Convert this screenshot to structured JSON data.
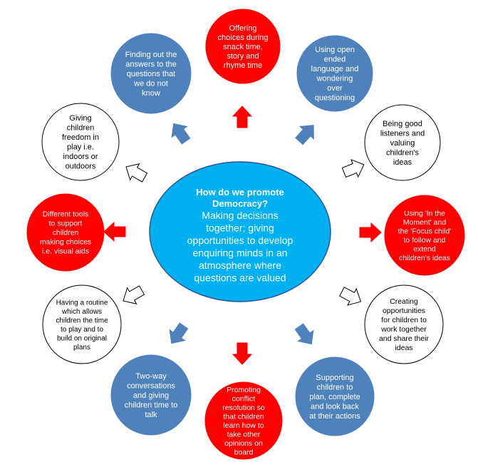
{
  "center": {
    "title_lines": [
      "How do we promote",
      "Democracy?"
    ],
    "body_lines": [
      "Making decisions",
      "together; giving",
      "opportunities to develop",
      "enquiring minds in an",
      "atmosphere where",
      "questions are valued"
    ]
  },
  "colors": {
    "blue": "#4f81bd",
    "red": "#ff0000",
    "white": "#ffffff",
    "center_fill": "#00b0f0",
    "outline": "#000000",
    "center_outline": "#2f5597"
  },
  "nodes": [
    {
      "id": "top",
      "color": "red",
      "lines": [
        "Offering",
        "choices during",
        "snack time,",
        "story and",
        "rhyme time"
      ]
    },
    {
      "id": "top-right",
      "color": "blue",
      "lines": [
        "Using open",
        "ended",
        "language and",
        "wondering",
        "over",
        "questioning"
      ]
    },
    {
      "id": "right-upper",
      "color": "white",
      "lines": [
        "Being good",
        "listeners and",
        "valuing",
        "children's",
        "ideas"
      ]
    },
    {
      "id": "right",
      "color": "red",
      "lines": [
        "Using 'In the",
        "Moment' and",
        "the 'Focus child'",
        "to follow and",
        "extend",
        "children's ideas"
      ]
    },
    {
      "id": "right-lower",
      "color": "white",
      "lines": [
        "Creating",
        "opportunities",
        "for children to",
        "work together",
        "and share their",
        "ideas"
      ]
    },
    {
      "id": "bottom-right",
      "color": "blue",
      "lines": [
        "Supporting",
        "children to",
        "plan, complete",
        "and look back",
        "at their actions"
      ]
    },
    {
      "id": "bottom",
      "color": "red",
      "lines": [
        "Promoting",
        "conflict",
        "resolution  so",
        "that children",
        "learn how to",
        "take other",
        "opinions on",
        "board"
      ]
    },
    {
      "id": "bottom-left",
      "color": "blue",
      "lines": [
        "Two-way",
        "conversations",
        "and giving",
        "children time to",
        "talk"
      ]
    },
    {
      "id": "left-lower",
      "color": "white",
      "lines": [
        "Having a routine",
        "which allows",
        "children the time",
        "to play and to",
        "build on original",
        "plans"
      ]
    },
    {
      "id": "left",
      "color": "red",
      "lines": [
        "Different tools",
        "to support",
        "children",
        "making choices",
        "i.e. visual aids"
      ]
    },
    {
      "id": "left-upper",
      "color": "white",
      "lines": [
        "Giving",
        "children",
        "freedom in",
        "play i.e.",
        "indoors or",
        "outdoors"
      ]
    },
    {
      "id": "top-left",
      "color": "blue",
      "lines": [
        "Finding out the",
        "answers to the",
        "questions that",
        "we do not",
        "know"
      ]
    }
  ]
}
